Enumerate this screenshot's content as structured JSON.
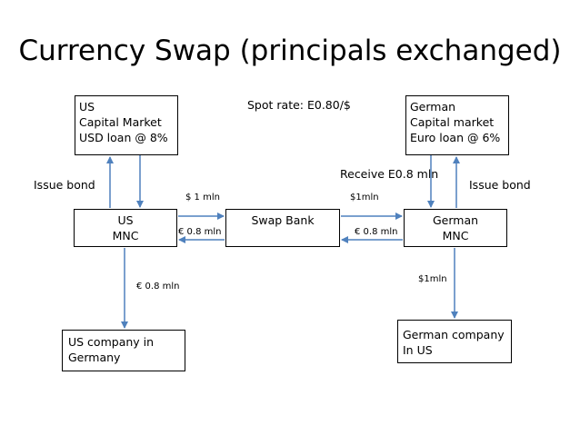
{
  "title": "Currency Swap (principals exchanged)",
  "colors": {
    "arrow": "#4f81bd",
    "border": "#000000",
    "text": "#000000"
  },
  "boxes": {
    "us_capital_market": [
      "US",
      "Capital Market",
      "USD loan @ 8%"
    ],
    "german_capital_market": [
      "German",
      "Capital market",
      "Euro loan @ 6%"
    ],
    "us_mnc": [
      "US",
      "MNC"
    ],
    "swap_bank": [
      "Swap Bank"
    ],
    "german_mnc": [
      "German",
      "MNC"
    ],
    "us_company_germany": [
      "US company in",
      "Germany"
    ],
    "german_company_us": [
      "German company",
      "In US"
    ]
  },
  "labels": {
    "spot_rate": "Spot rate: E0.80/$",
    "issue_bond_left": "Issue bond",
    "issue_bond_right": "Issue bond",
    "receive": "Receive E0.8 mln",
    "usd_1mln_left": "$ 1 mln",
    "usd_1mln_right": "$1mln",
    "eur_08_left": "€ 0.8 mln",
    "eur_08_right": "€ 0.8 mln",
    "eur_08_down": "€ 0.8 mln",
    "usd_1mln_down": "$1mln"
  }
}
